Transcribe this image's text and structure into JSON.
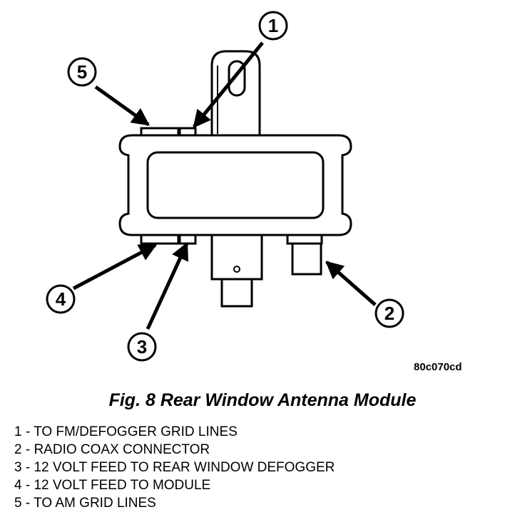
{
  "figure": {
    "title": "Fig. 8 Rear Window Antenna Module",
    "ref_code": "80c070cd"
  },
  "callouts": [
    "1",
    "2",
    "3",
    "4",
    "5"
  ],
  "legend": [
    "1 - TO FM/DEFOGGER GRID LINES",
    "2 - RADIO COAX CONNECTOR",
    "3 - 12 VOLT FEED TO REAR WINDOW DEFOGGER",
    "4 - 12 VOLT FEED TO MODULE",
    "5 - TO AM GRID LINES"
  ],
  "colors": {
    "line": "#000000",
    "background": "#ffffff"
  }
}
